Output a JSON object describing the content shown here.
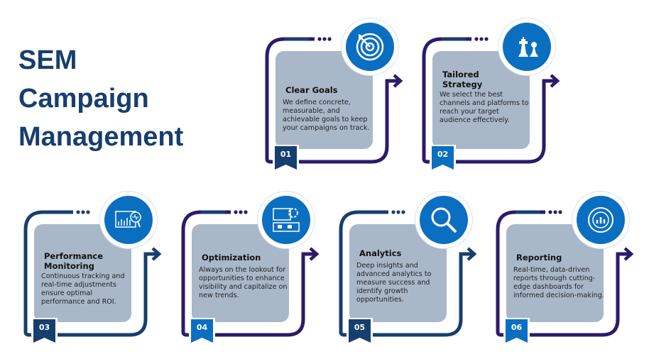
{
  "heading": {
    "line1": "SEM",
    "line2": "Campaign",
    "line3": "Management"
  },
  "colors": {
    "purple": "#2c1a6b",
    "navy": "#173f6d",
    "blue": "#0b6fc1",
    "card": "#a9b8c9"
  },
  "steps": [
    {
      "number": "01",
      "title": "Clear Goals",
      "title2": "",
      "description": "We define concrete, measurable, and achievable goals to keep your campaigns on track.",
      "icon": "target-icon"
    },
    {
      "number": "02",
      "title": "Tailored",
      "title2": "Strategy",
      "description": "We select the best channels and platforms to reach your target audience effectively.",
      "icon": "chess-icon"
    },
    {
      "number": "03",
      "title": "Performance",
      "title2": "Monitoring",
      "description": "Continuous tracking and real-time adjustments ensure optimal performance and ROI.",
      "icon": "chart-magnifier-icon"
    },
    {
      "number": "04",
      "title": "Optimization",
      "title2": "",
      "description": "Always on the lookout for opportunities to enhance visibility and capitalize on new trends.",
      "icon": "gear-dashboard-icon"
    },
    {
      "number": "05",
      "title": "Analytics",
      "title2": "",
      "description": "Deep insights and advanced analytics to measure success and identify growth opportunities.",
      "icon": "magnifier-icon"
    },
    {
      "number": "06",
      "title": "Reporting",
      "title2": "",
      "description": "Real-time, data-driven reports through cutting-edge dashboards for informed decision-making.",
      "icon": "report-chart-icon"
    }
  ]
}
